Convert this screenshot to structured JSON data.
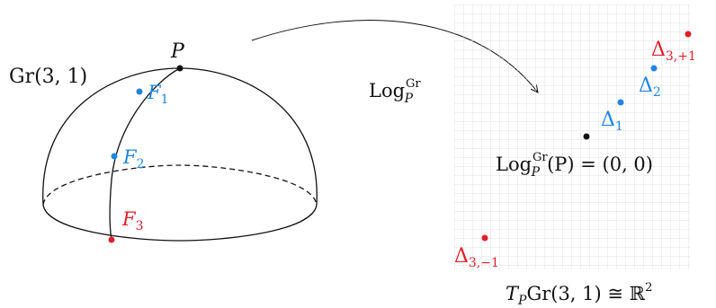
{
  "colors": {
    "black": "#111111",
    "blue": "#1f86e0",
    "red": "#e0202a",
    "grid": "#d8d8d8"
  },
  "left": {
    "manifold_label_main": "Gr(3, 1)",
    "point_P": "P",
    "point_F1": "F",
    "point_F1_sub": "1",
    "point_F2": "F",
    "point_F2_sub": "2",
    "point_F3": "F",
    "point_F3_sub": "3"
  },
  "arrow": {
    "label_main": "Log",
    "label_sub": "P",
    "label_sup": "Gr"
  },
  "right": {
    "origin_main": "Log",
    "origin_sub": "P",
    "origin_sup": "Gr",
    "origin_rest": "(P) = (0, 0)",
    "delta1_main": "Δ",
    "delta1_sub": "1",
    "delta2_main": "Δ",
    "delta2_sub": "2",
    "delta_plus_main": "Δ",
    "delta_plus_sub": "3,+1",
    "delta_minus_main": "Δ",
    "delta_minus_sub": "3,−1",
    "caption_T": "T",
    "caption_T_sub": "P",
    "caption_rest": "Gr(3, 1) ≅ ℝ",
    "caption_sup": "2"
  }
}
